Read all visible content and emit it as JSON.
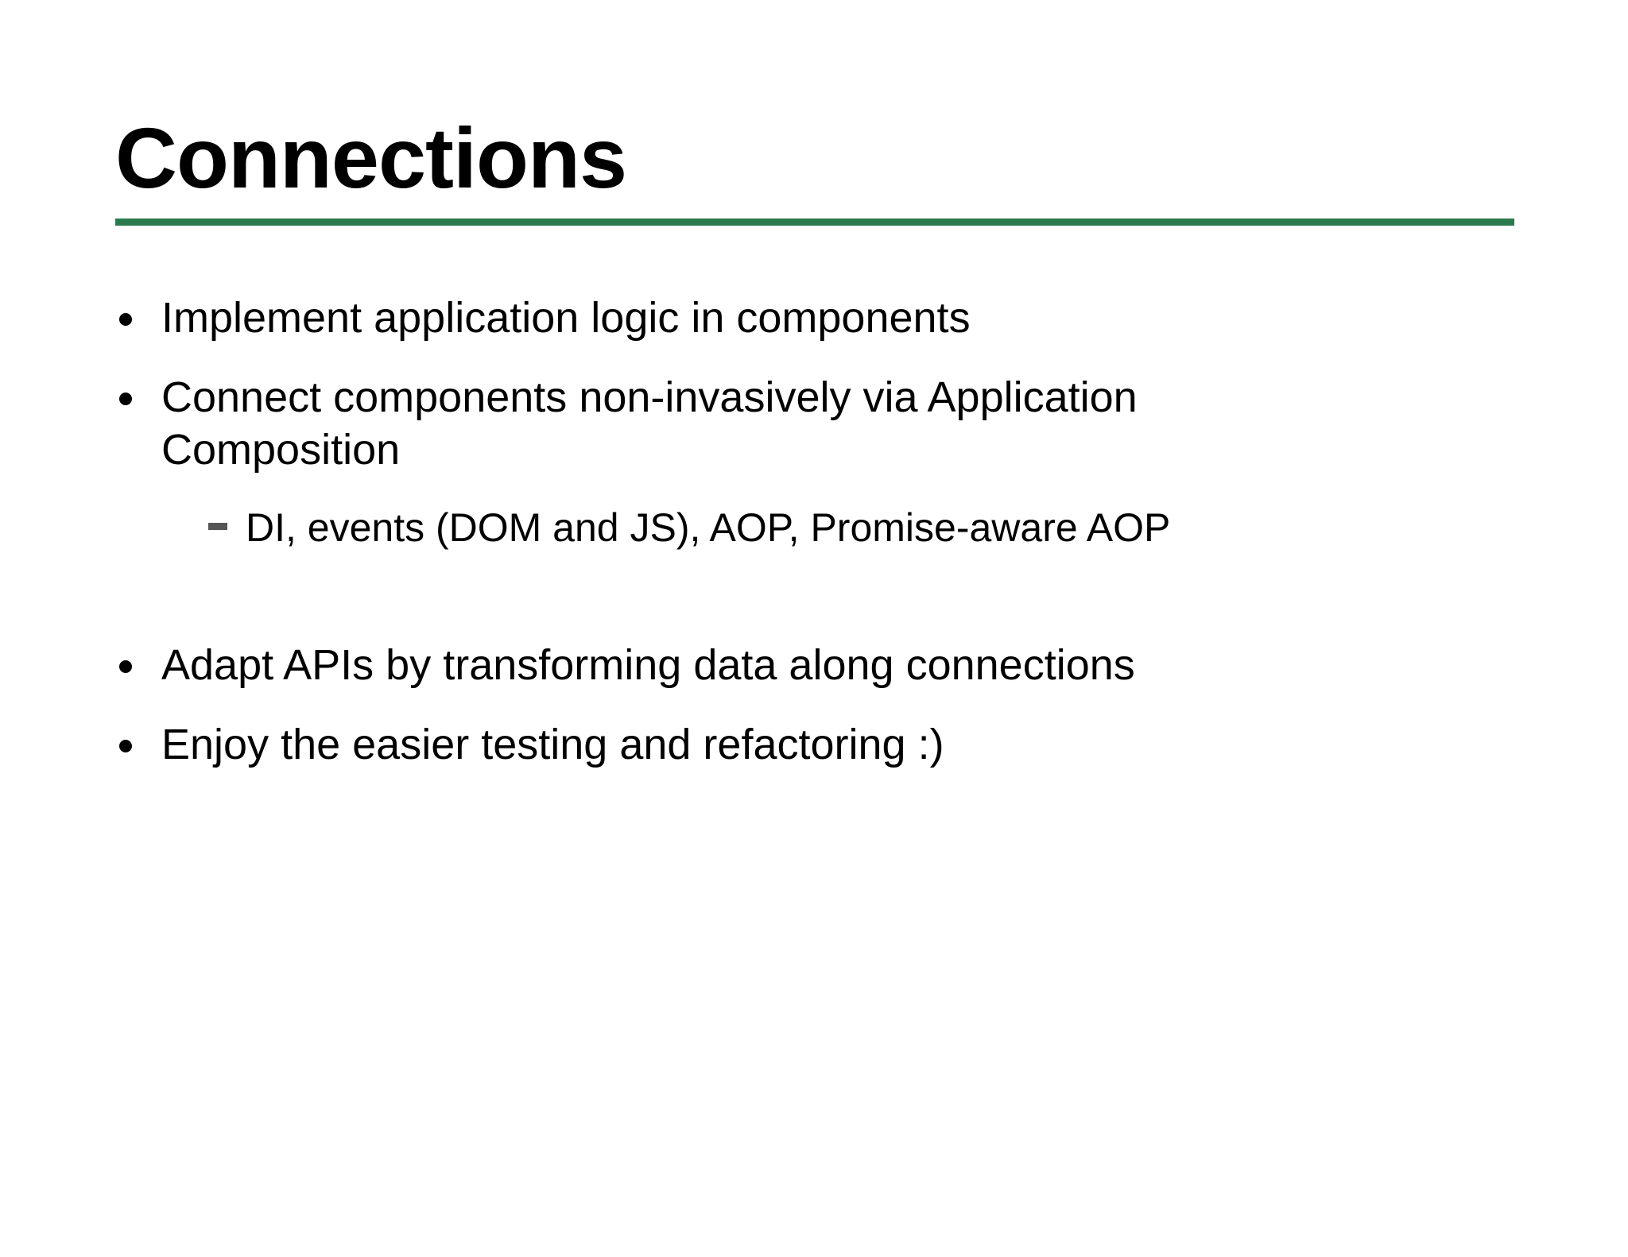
{
  "slide": {
    "title": "Connections",
    "accent_color": "#2b7a4b",
    "background_color": "#ffffff",
    "text_color": "#000000",
    "sub_marker_color": "#555555",
    "bullets": [
      {
        "level": 1,
        "marker": "disc-bullet",
        "text": "Implement application logic in components"
      },
      {
        "level": 1,
        "marker": "disc-bullet",
        "text": "Connect components non-invasively via Application Composition"
      },
      {
        "level": 2,
        "marker": "dash-bullet",
        "text": "DI, events (DOM and JS), AOP, Promise-aware AOP"
      },
      {
        "level": 1,
        "marker": "disc-bullet",
        "text": "Adapt APIs by transforming data along connections"
      },
      {
        "level": 1,
        "marker": "disc-bullet",
        "text": "Enjoy the easier testing and refactoring :)"
      }
    ]
  }
}
